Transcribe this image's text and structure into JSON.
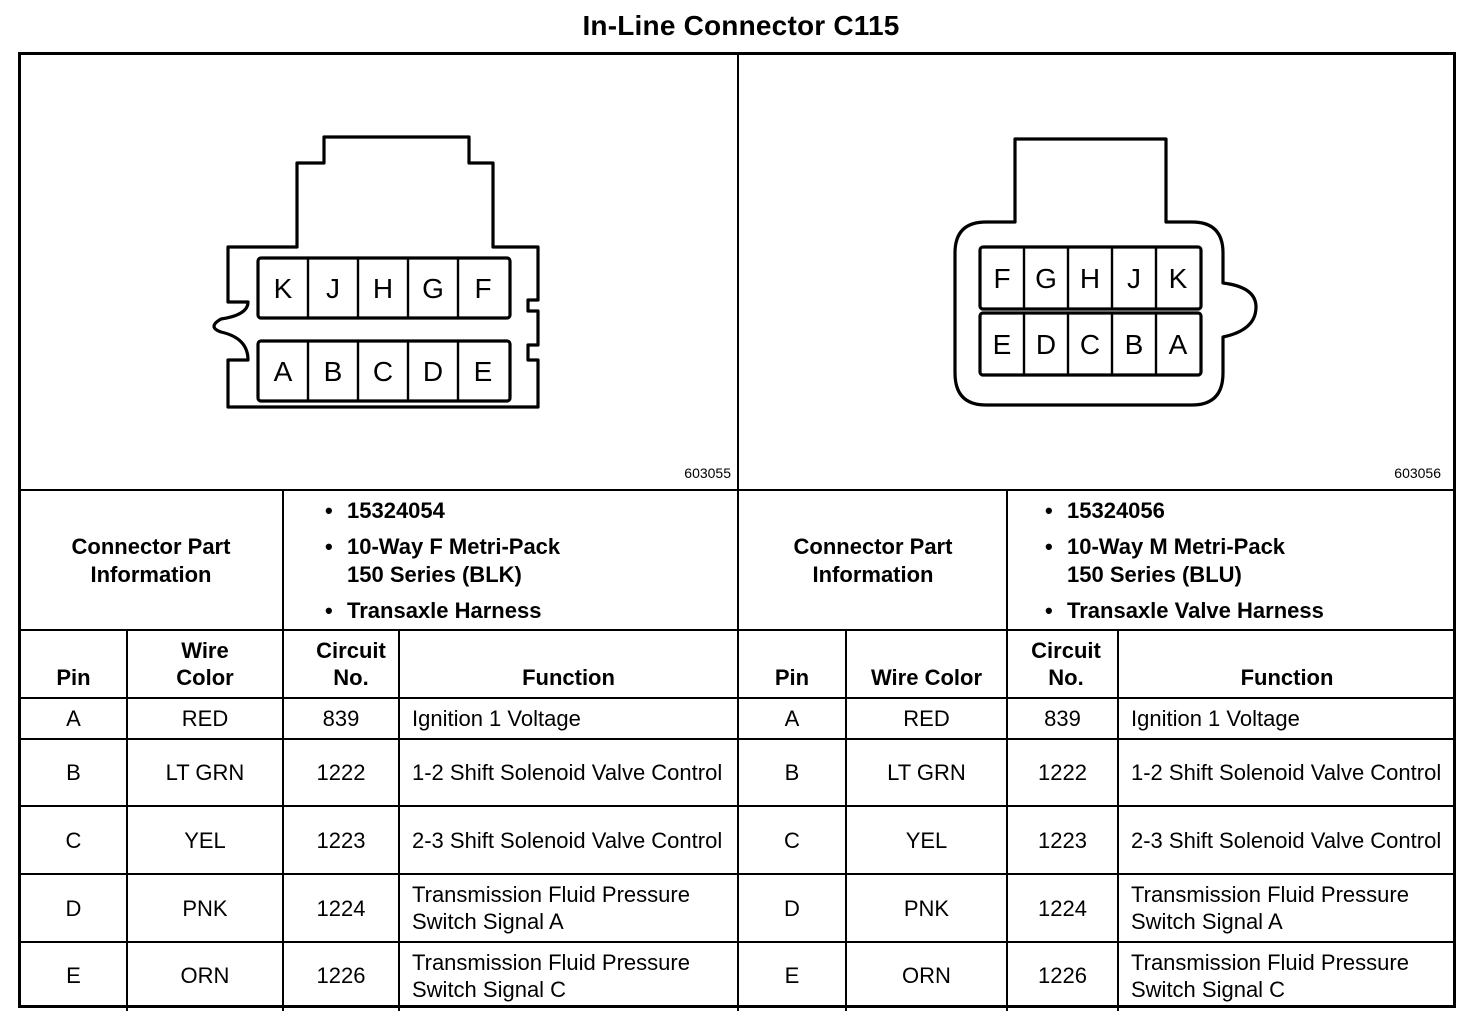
{
  "page_title": "In-Line Connector C115",
  "left": {
    "drawing_number": "603055",
    "pins_top": [
      "K",
      "J",
      "H",
      "G",
      "F"
    ],
    "pins_bottom": [
      "A",
      "B",
      "C",
      "D",
      "E"
    ],
    "info_label": "Connector Part Information",
    "info": {
      "part_number": "15324054",
      "type_line1": "10-Way F Metri-Pack",
      "type_line2": "150 Series (BLK)",
      "harness": "Transaxle Harness"
    },
    "headers": {
      "pin": "Pin",
      "wire_color": "Wire Color",
      "circuit": "Circuit No.",
      "function": "Function"
    },
    "rows": [
      {
        "pin": "A",
        "color": "RED",
        "circuit": "839",
        "function": "Ignition 1 Voltage"
      },
      {
        "pin": "B",
        "color": "LT GRN",
        "circuit": "1222",
        "function": "1-2 Shift Solenoid Valve Control"
      },
      {
        "pin": "C",
        "color": "YEL",
        "circuit": "1223",
        "function": "2-3 Shift Solenoid Valve Control"
      },
      {
        "pin": "D",
        "color": "PNK",
        "circuit": "1224",
        "function": "Transmission Fluid Pressure Switch Signal A"
      },
      {
        "pin": "E",
        "color": "ORN",
        "circuit": "1226",
        "function": "Transmission Fluid Pressure Switch Signal C"
      }
    ]
  },
  "right": {
    "drawing_number": "603056",
    "pins_top": [
      "F",
      "G",
      "H",
      "J",
      "K"
    ],
    "pins_bottom": [
      "E",
      "D",
      "C",
      "B",
      "A"
    ],
    "info_label": "Connector Part Information",
    "info": {
      "part_number": "15324056",
      "type_line1": "10-Way M Metri-Pack",
      "type_line2": "150 Series (BLU)",
      "harness": "Transaxle Valve Harness"
    },
    "headers": {
      "pin": "Pin",
      "wire_color": "Wire Color",
      "circuit": "Circuit No.",
      "function": "Function"
    },
    "rows": [
      {
        "pin": "A",
        "color": "RED",
        "circuit": "839",
        "function": "Ignition 1 Voltage"
      },
      {
        "pin": "B",
        "color": "LT GRN",
        "circuit": "1222",
        "function": "1-2 Shift Solenoid Valve Control"
      },
      {
        "pin": "C",
        "color": "YEL",
        "circuit": "1223",
        "function": "2-3 Shift Solenoid Valve Control"
      },
      {
        "pin": "D",
        "color": "PNK",
        "circuit": "1224",
        "function": "Transmission Fluid Pressure Switch Signal A"
      },
      {
        "pin": "E",
        "color": "ORN",
        "circuit": "1226",
        "function": "Transmission Fluid Pressure Switch Signal C"
      }
    ]
  }
}
